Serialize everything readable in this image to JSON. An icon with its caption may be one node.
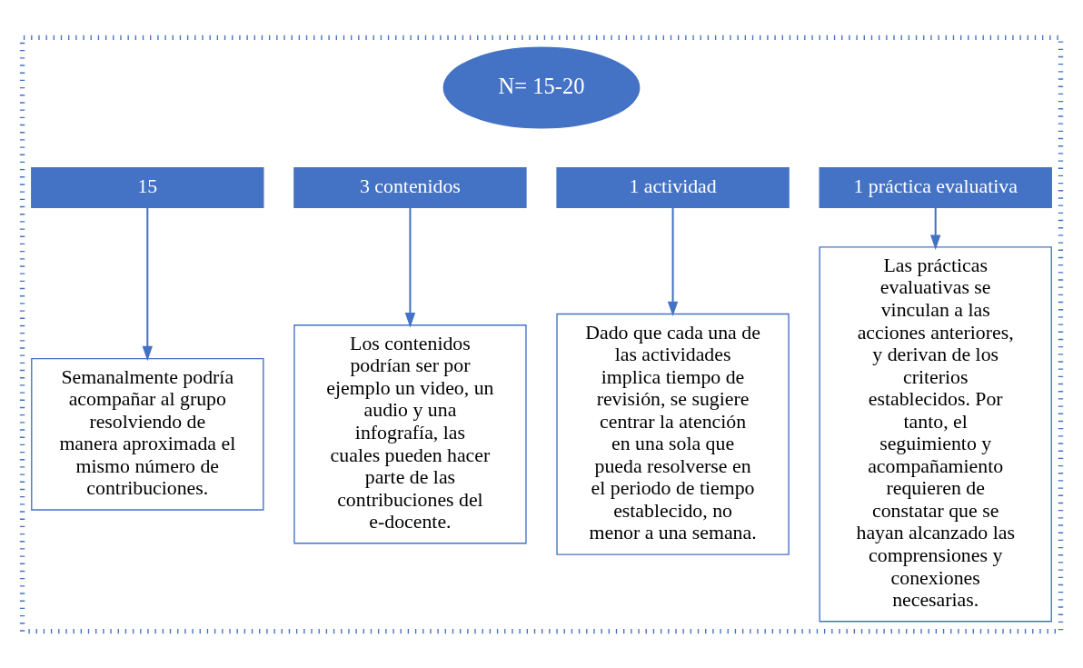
{
  "diagram": {
    "nodes": [
      {
        "text": [],
        "shape": "box"
      },
      {
        "text": [
          "N= 15-20"
        ],
        "in": 0
      },
      {
        "text": [
          "15"
        ],
        "in": 0
      },
      {
        "text": [
          "3 contenidos"
        ],
        "in": 0
      },
      {
        "text": [
          "1 actividad"
        ],
        "in": 0
      },
      {
        "text": [
          "1 práctica evaluativa"
        ],
        "in": 0
      },
      {
        "text": [
          "Semanalmente podría acompañar al grupo resolviendo de manera aproximada el mismo número de contribuciones."
        ],
        "in": 0
      },
      {
        "text": [
          "Los contenidos podrían ser por ejemplo un video, un audio y una infografía, las cuales pueden hacer parte de las contribuciones del e-docente."
        ],
        "in": 0
      },
      {
        "text": [
          "Dado que cada una de las actividades implica tiempo de revisión, se sugiere centrar la atención en una sola que pueda resolverse en el periodo de tiempo establecido, no menor a una semana."
        ],
        "in": 0
      },
      {
        "text": [
          "Las prácticas evaluativas se vinculan a las acciones anteriores, y derivan de los criterios establecidos. Por tanto, el seguimiento y acompañamiento requieren de constatar que se hayan alcanzado las comprensiones y conexiones necesarias."
        ],
        "in": 0
      }
    ],
    "edges": [
      {
        "from": 2,
        "to": 6,
        "arrow": "to"
      },
      {
        "from": 3,
        "to": 7,
        "arrow": "to"
      },
      {
        "from": 4,
        "to": 8,
        "arrow": "to"
      },
      {
        "from": 5,
        "to": 9,
        "arrow": "to"
      }
    ]
  }
}
